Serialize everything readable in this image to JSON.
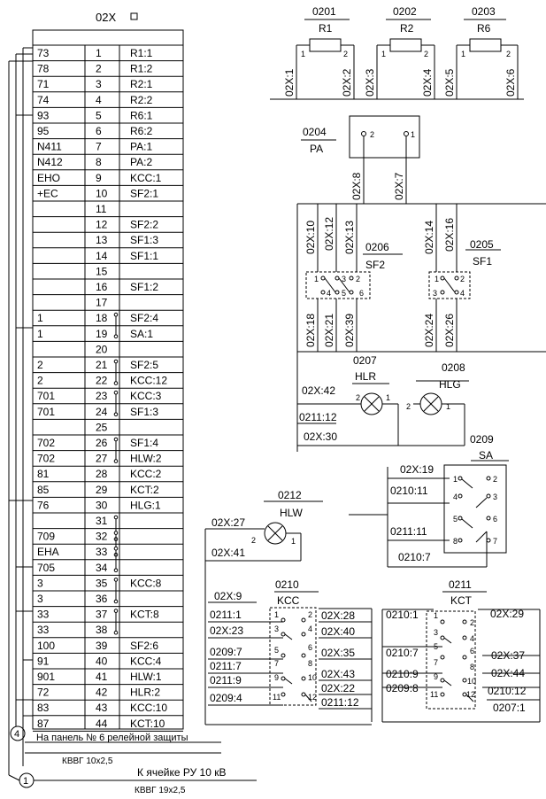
{
  "terminal_block": {
    "title": "02X",
    "rows": [
      {
        "wire": "73",
        "num": "1",
        "dest": "R1:1"
      },
      {
        "wire": "78",
        "num": "2",
        "dest": "R1:2"
      },
      {
        "wire": "71",
        "num": "3",
        "dest": "R2:1"
      },
      {
        "wire": "74",
        "num": "4",
        "dest": "R2:2"
      },
      {
        "wire": "93",
        "num": "5",
        "dest": "R6:1"
      },
      {
        "wire": "95",
        "num": "6",
        "dest": "R6:2"
      },
      {
        "wire": "N411",
        "num": "7",
        "dest": "PA:1"
      },
      {
        "wire": "N412",
        "num": "8",
        "dest": "PA:2"
      },
      {
        "wire": "EHO",
        "num": "9",
        "dest": "KCC:1"
      },
      {
        "wire": "+EC",
        "num": "10",
        "dest": "SF2:1"
      },
      {
        "wire": "",
        "num": "11",
        "dest": ""
      },
      {
        "wire": "",
        "num": "12",
        "dest": "SF2:2"
      },
      {
        "wire": "",
        "num": "13",
        "dest": "SF1:3"
      },
      {
        "wire": "",
        "num": "14",
        "dest": "SF1:1"
      },
      {
        "wire": "",
        "num": "15",
        "dest": ""
      },
      {
        "wire": "",
        "num": "16",
        "dest": "SF1:2"
      },
      {
        "wire": "",
        "num": "17",
        "dest": ""
      },
      {
        "wire": "1",
        "num": "18",
        "dest": "SF2:4"
      },
      {
        "wire": "1",
        "num": "19",
        "dest": "SA:1"
      },
      {
        "wire": "",
        "num": "20",
        "dest": ""
      },
      {
        "wire": "2",
        "num": "21",
        "dest": "SF2:5"
      },
      {
        "wire": "2",
        "num": "22",
        "dest": "KCC:12"
      },
      {
        "wire": "701",
        "num": "23",
        "dest": "KCC:3"
      },
      {
        "wire": "701",
        "num": "24",
        "dest": "SF1:3"
      },
      {
        "wire": "",
        "num": "25",
        "dest": ""
      },
      {
        "wire": "702",
        "num": "26",
        "dest": "SF1:4"
      },
      {
        "wire": "702",
        "num": "27",
        "dest": "HLW:2"
      },
      {
        "wire": "81",
        "num": "28",
        "dest": "KCC:2"
      },
      {
        "wire": "85",
        "num": "29",
        "dest": "KCT:2"
      },
      {
        "wire": "76",
        "num": "30",
        "dest": "HLG:1"
      },
      {
        "wire": "",
        "num": "31",
        "dest": ""
      },
      {
        "wire": "709",
        "num": "32",
        "dest": ""
      },
      {
        "wire": "EHA",
        "num": "33",
        "dest": ""
      },
      {
        "wire": "705",
        "num": "34",
        "dest": ""
      },
      {
        "wire": "3",
        "num": "35",
        "dest": "KCC:8"
      },
      {
        "wire": "3",
        "num": "36",
        "dest": ""
      },
      {
        "wire": "33",
        "num": "37",
        "dest": "KCT:8"
      },
      {
        "wire": "33",
        "num": "38",
        "dest": ""
      },
      {
        "wire": "100",
        "num": "39",
        "dest": "SF2:6"
      },
      {
        "wire": "91",
        "num": "40",
        "dest": "KCC:4"
      },
      {
        "wire": "901",
        "num": "41",
        "dest": "HLW:1"
      },
      {
        "wire": "72",
        "num": "42",
        "dest": "HLR:2"
      },
      {
        "wire": "83",
        "num": "43",
        "dest": "KCC:10"
      },
      {
        "wire": "87",
        "num": "44",
        "dest": "KCT:10"
      }
    ]
  },
  "cables": [
    {
      "num": "4",
      "dest": "На панель № 6 релейной защиты",
      "type": "КВВГ 10х2,5"
    },
    {
      "num": "1",
      "dest": "К ячейке РУ 10 кВ",
      "type": "КВВГ 19х2,5"
    }
  ],
  "resistors": [
    {
      "code": "0201",
      "name": "R1",
      "pins": [
        "1",
        "2"
      ],
      "terms": [
        "02X:1",
        "02X:2"
      ]
    },
    {
      "code": "0202",
      "name": "R2",
      "pins": [
        "1",
        "2"
      ],
      "terms": [
        "02X:3",
        "02X:4"
      ]
    },
    {
      "code": "0203",
      "name": "R6",
      "pins": [
        "1",
        "2"
      ],
      "terms": [
        "02X:5",
        "02X:6"
      ]
    }
  ],
  "ammeter": {
    "code": "0204",
    "name": "PA",
    "pins": [
      "2",
      "1"
    ],
    "terms": [
      "02X:8",
      "02X:7"
    ]
  },
  "sf2": {
    "code": "0206",
    "name": "SF2",
    "top_terms": [
      "02X:10",
      "02X:12",
      "02X:13"
    ],
    "bottom_terms": [
      "02X:18",
      "02X:21",
      "02X:39"
    ],
    "pins": [
      "1",
      "2",
      "3",
      "4",
      "5",
      "6"
    ]
  },
  "sf1": {
    "code": "0205",
    "name": "SF1",
    "top_terms": [
      "02X:14",
      "02X:16"
    ],
    "bottom_terms": [
      "02X:24",
      "02X:26"
    ],
    "pins": [
      "1",
      "2",
      "3",
      "4"
    ]
  },
  "hlr": {
    "code": "0207",
    "name": "HLR",
    "pins": [
      "2",
      "1"
    ]
  },
  "hlg": {
    "code": "0208",
    "name": "HLG",
    "pins": [
      "2",
      "1"
    ]
  },
  "lamp_labels": {
    "a": "02X:42",
    "b": "0211:12",
    "c": "02X:30"
  },
  "sa": {
    "code": "0209",
    "name": "SA",
    "labels": [
      "02X:19",
      "0210:11",
      "0211:11",
      "0210:7"
    ],
    "pins": [
      "1",
      "2",
      "3",
      "4",
      "5",
      "6",
      "7",
      "8"
    ]
  },
  "hlw": {
    "code": "0212",
    "name": "HLW",
    "pins": [
      "2",
      "1"
    ],
    "labels": [
      "02X:27",
      "02X:41"
    ]
  },
  "kcc": {
    "code": "0210",
    "name": "KCC",
    "left": [
      "02X:9",
      "0211:1",
      "02X:23",
      "0209:7",
      "0211:7",
      "0211:9",
      "0209:4"
    ],
    "right": [
      "02X:28",
      "02X:40",
      "02X:35",
      "02X:43",
      "02X:22",
      "0211:12"
    ],
    "pins": [
      "1",
      "2",
      "3",
      "4",
      "5",
      "6",
      "7",
      "8",
      "9",
      "10",
      "11",
      "12"
    ]
  },
  "kct": {
    "code": "0211",
    "name": "KCT",
    "left": [
      "0210:1",
      "0210:7",
      "0210:9",
      "0209:8"
    ],
    "right": [
      "02X:29",
      "02X:37",
      "02X:44",
      "0210:12",
      "0207:1"
    ],
    "pins": [
      "1",
      "2",
      "3",
      "4",
      "5",
      "6",
      "7",
      "8",
      "9",
      "10",
      "11",
      "12"
    ]
  }
}
